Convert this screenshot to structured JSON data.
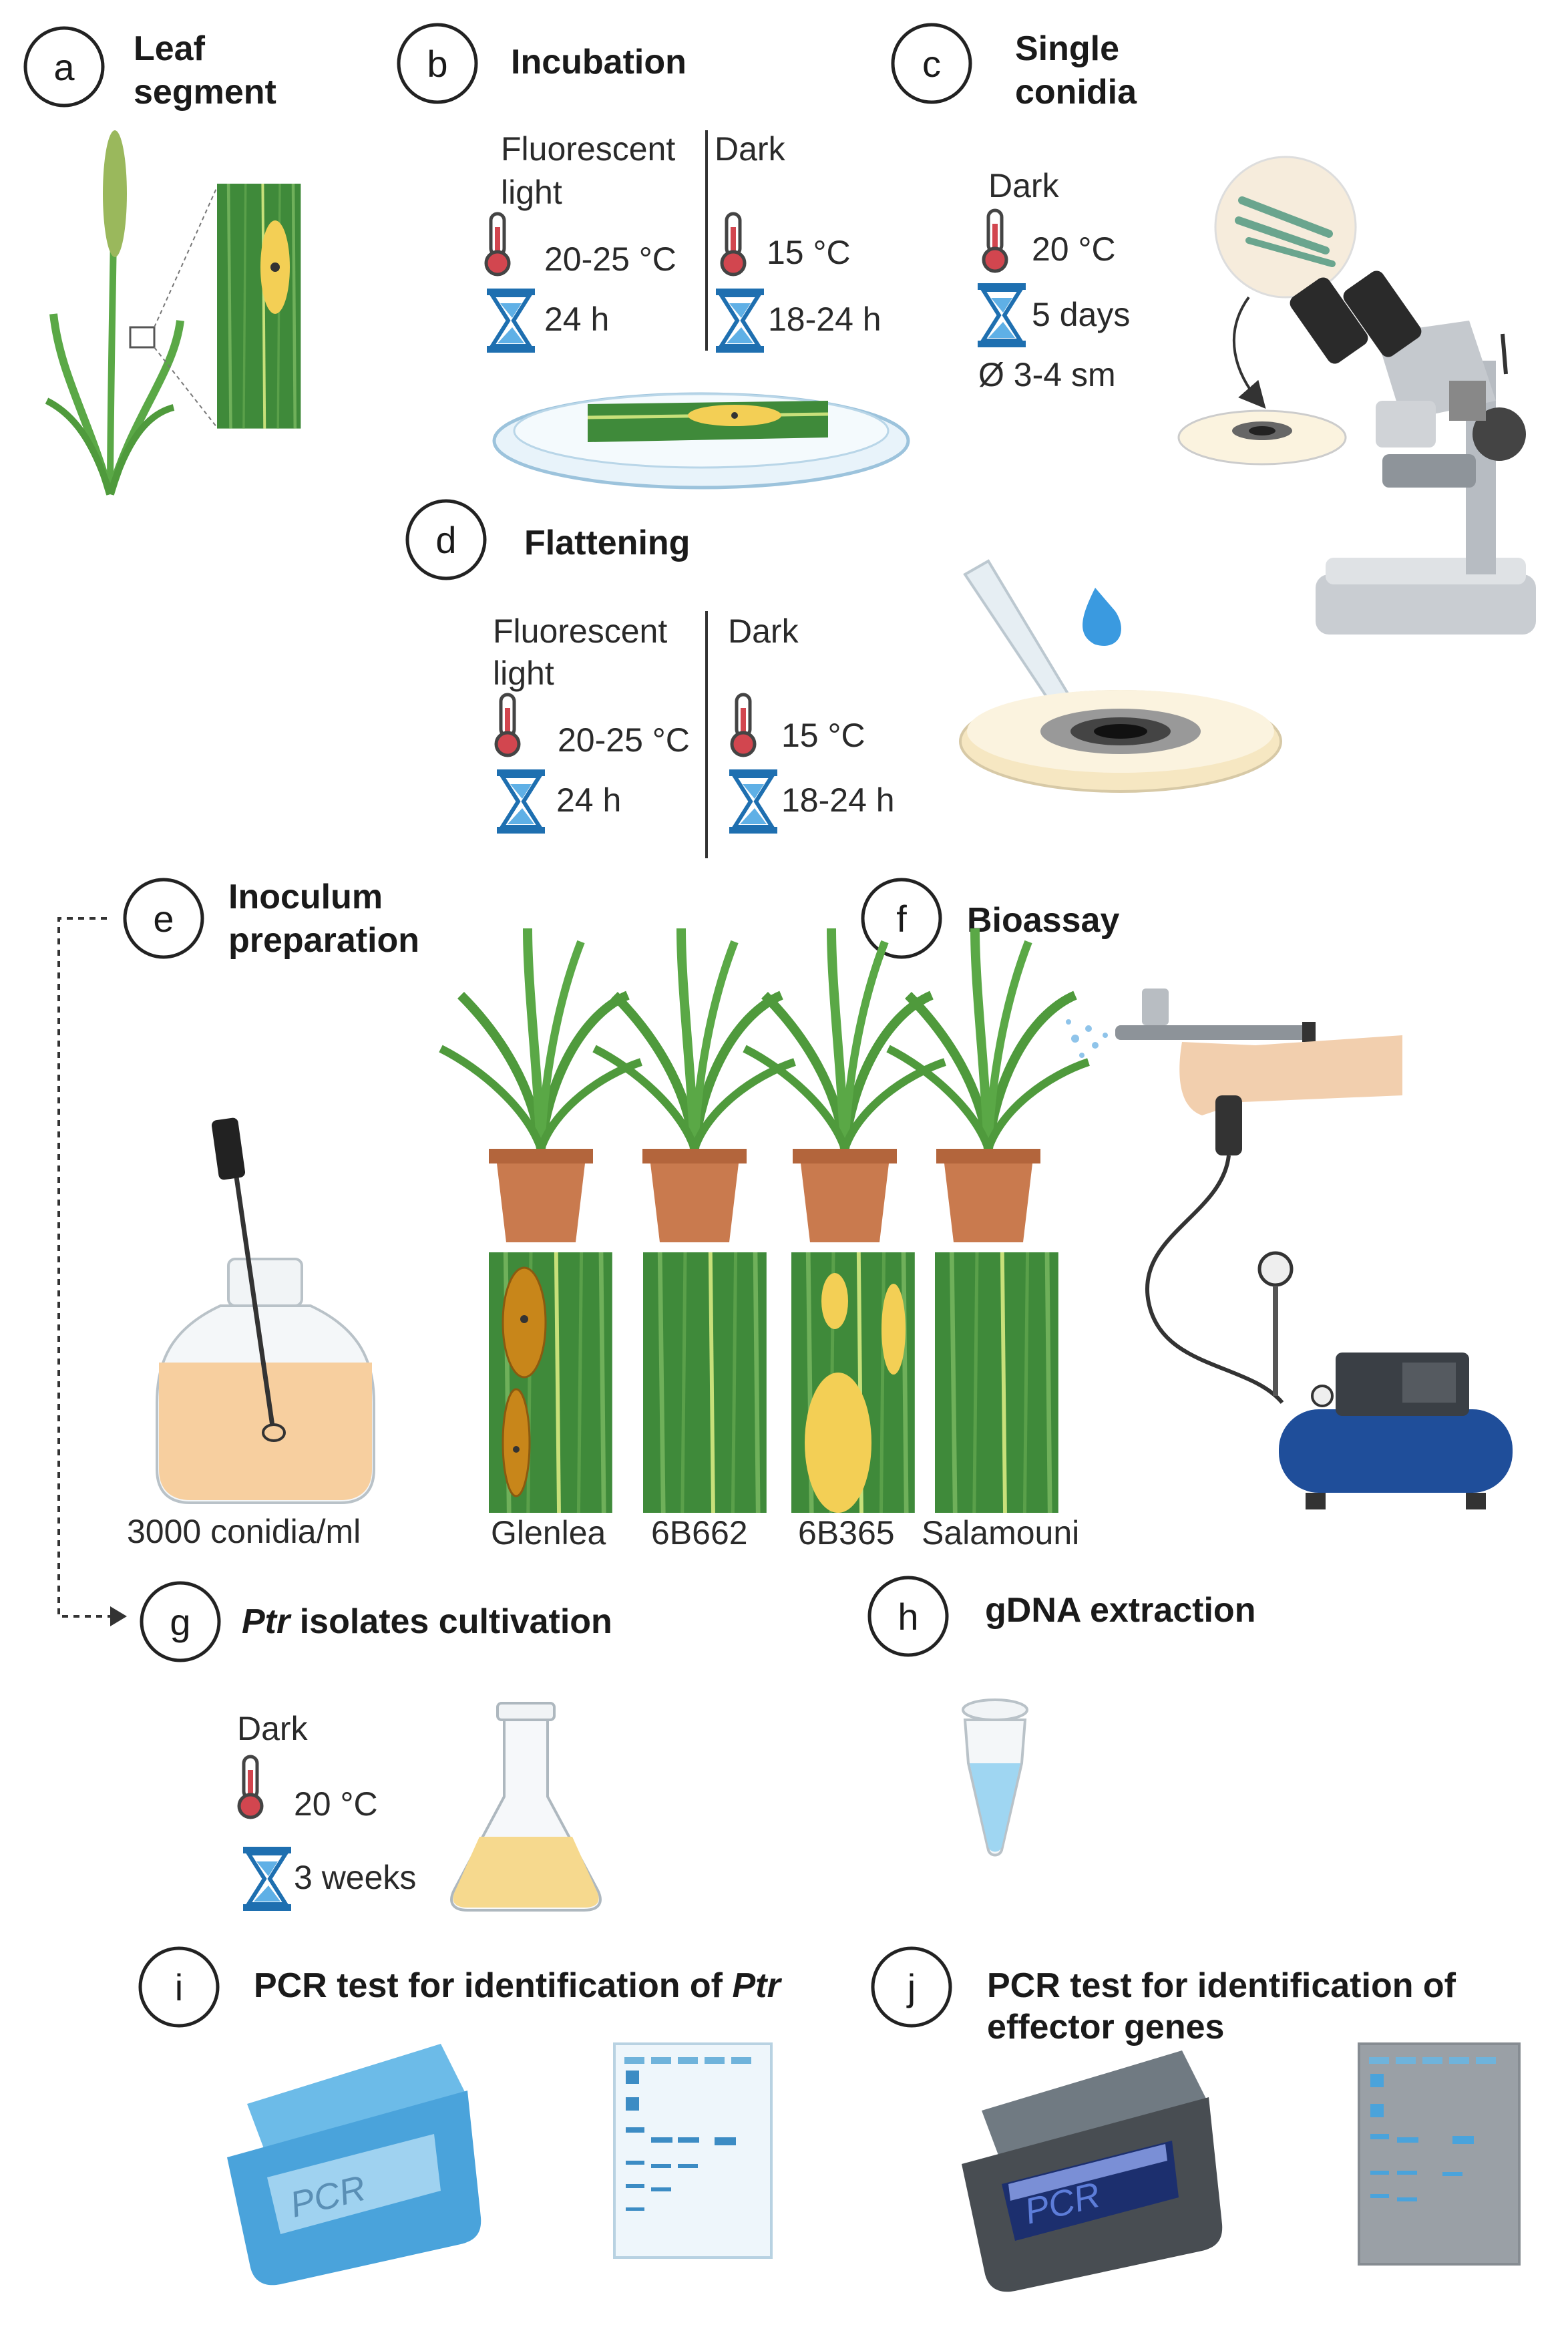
{
  "steps": {
    "a": {
      "letter": "a",
      "title1": "Leaf",
      "title2": "segment"
    },
    "b": {
      "letter": "b",
      "title": "Incubation",
      "left_head1": "Fluorescent",
      "left_head2": "light",
      "left_temp": "20-25 °C",
      "left_time": "24 h",
      "right_head": "Dark",
      "right_temp": "15 °C",
      "right_time": "18-24 h"
    },
    "c": {
      "letter": "c",
      "title1": "Single",
      "title2": "conidia",
      "head": "Dark",
      "temp": "20 °C",
      "time": "5 days",
      "diam": "Ø  3-4 sm"
    },
    "d": {
      "letter": "d",
      "title": "Flattening",
      "left_head1": "Fluorescent",
      "left_head2": "light",
      "left_temp": "20-25 °C",
      "left_time": "24 h",
      "right_head": "Dark",
      "right_temp": "15 °C",
      "right_time": "18-24 h"
    },
    "e": {
      "letter": "e",
      "title1": "Inoculum",
      "title2": "preparation",
      "conc": "3000 conidia/ml"
    },
    "f": {
      "letter": "f",
      "title": "Bioassay",
      "cultivars": [
        "Glenlea",
        "6B662",
        "6B365",
        "Salamouni"
      ]
    },
    "g": {
      "letter": "g",
      "title_italic": "Ptr",
      "title_rest": " isolates cultivation",
      "head": "Dark",
      "temp": "20 °C",
      "time": "3 weeks"
    },
    "h": {
      "letter": "h",
      "title": "gDNA extraction"
    },
    "i": {
      "letter": "i",
      "title_pre": "PCR  test for identification of ",
      "title_italic": "Ptr",
      "device_label": "PCR"
    },
    "j": {
      "letter": "j",
      "title1": "PCR  test for identification of",
      "title2": "effector genes",
      "device_label": "PCR"
    }
  },
  "colors": {
    "leaf_green": "#3f8a3a",
    "lesion_yellow": "#f3cf55",
    "lesion_brown": "#c8861a",
    "hourglass_blue": "#3a8fd0",
    "thermo_red": "#d2464f",
    "pot": "#c97a4e",
    "pcr_blue": "#4aa3db",
    "pcr_dark": "#555a60"
  },
  "icons": {
    "thermometer": "thermometer-icon",
    "hourglass": "hourglass-icon"
  }
}
